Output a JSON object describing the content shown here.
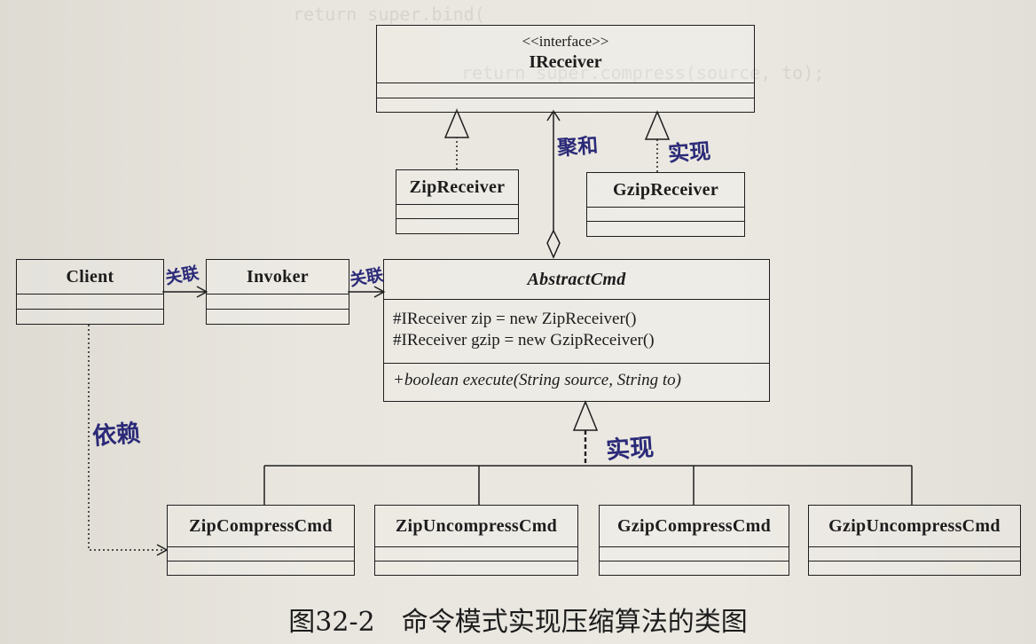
{
  "classes": {
    "ireceiver": {
      "stereotype": "<<interface>>",
      "name": "IReceiver"
    },
    "zip_receiver": {
      "name": "ZipReceiver"
    },
    "gzip_receiver": {
      "name": "GzipReceiver"
    },
    "client": {
      "name": "Client"
    },
    "invoker": {
      "name": "Invoker"
    },
    "abstract_cmd": {
      "name": "AbstractCmd",
      "attributes": [
        "#IReceiver zip = new ZipReceiver()",
        "#IReceiver gzip = new GzipReceiver()"
      ],
      "operation": "+boolean execute(String source, String to)"
    },
    "zip_compress_cmd": {
      "name": "ZipCompressCmd"
    },
    "zip_uncompress_cmd": {
      "name": "ZipUncompressCmd"
    },
    "gzip_compress_cmd": {
      "name": "GzipCompressCmd"
    },
    "gzip_uncompress_cmd": {
      "name": "GzipUncompressCmd"
    }
  },
  "annotations": {
    "realize_zip": "",
    "realize_gzip": "实现",
    "aggregation": "聚和",
    "association_client_invoker": "关联",
    "association_invoker_cmd": "关联",
    "dependency": "依赖",
    "realize_cmds": "实现"
  },
  "caption": "图32-2　命令模式实现压缩算法的类图",
  "background_text": {
    "line1": "return super.bind(",
    "line2": "return super.compress(source, to);"
  },
  "colors": {
    "ink": "#1e1e1e",
    "handwriting": "#2b2a78",
    "paper": "#e9e6df"
  }
}
